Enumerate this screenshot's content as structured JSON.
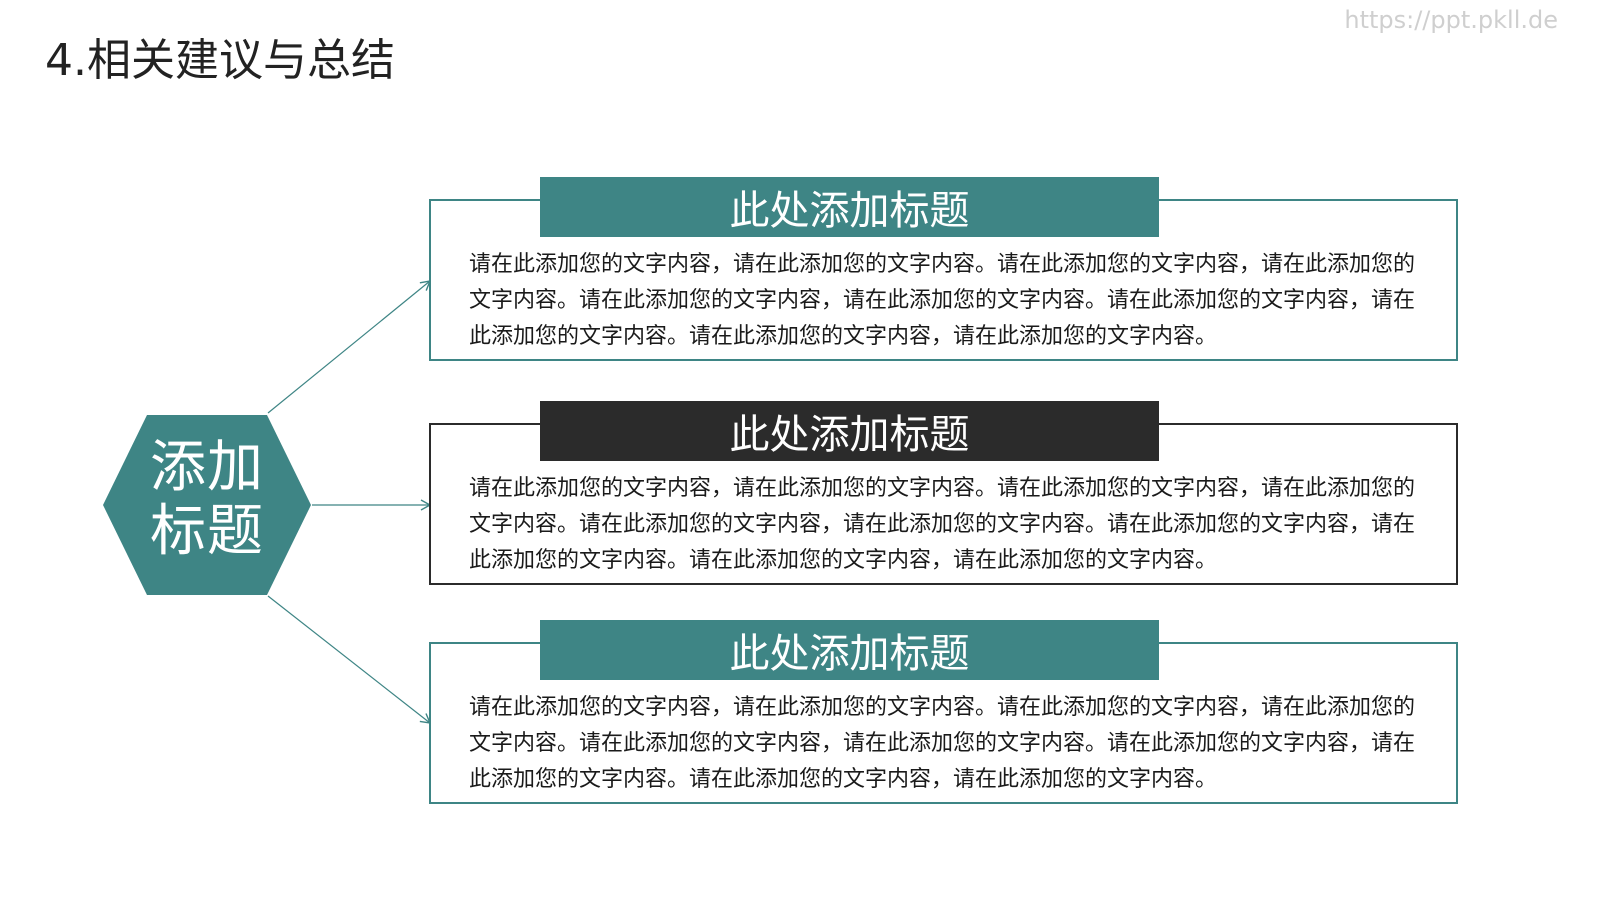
{
  "slide": {
    "title": "4.相关建议与总结",
    "watermark": "https://ppt.pkll.de"
  },
  "hub": {
    "label": "添加标题",
    "color": "#3e8585"
  },
  "colors": {
    "teal": "#3e8585",
    "dark": "#2b2b2b"
  },
  "cards": [
    {
      "heading": "此处添加标题",
      "body": "请在此添加您的文字内容，请在此添加您的文字内容。请在此添加您的文字内容，请在此添加您的文字内容。请在此添加您的文字内容，请在此添加您的文字内容。请在此添加您的文字内容，请在此添加您的文字内容。请在此添加您的文字内容，请在此添加您的文字内容。",
      "style": "teal"
    },
    {
      "heading": "此处添加标题",
      "body": "请在此添加您的文字内容，请在此添加您的文字内容。请在此添加您的文字内容，请在此添加您的文字内容。请在此添加您的文字内容，请在此添加您的文字内容。请在此添加您的文字内容，请在此添加您的文字内容。请在此添加您的文字内容，请在此添加您的文字内容。",
      "style": "dark"
    },
    {
      "heading": "此处添加标题",
      "body": "请在此添加您的文字内容，请在此添加您的文字内容。请在此添加您的文字内容，请在此添加您的文字内容。请在此添加您的文字内容，请在此添加您的文字内容。请在此添加您的文字内容，请在此添加您的文字内容。请在此添加您的文字内容，请在此添加您的文字内容。",
      "style": "teal"
    }
  ]
}
